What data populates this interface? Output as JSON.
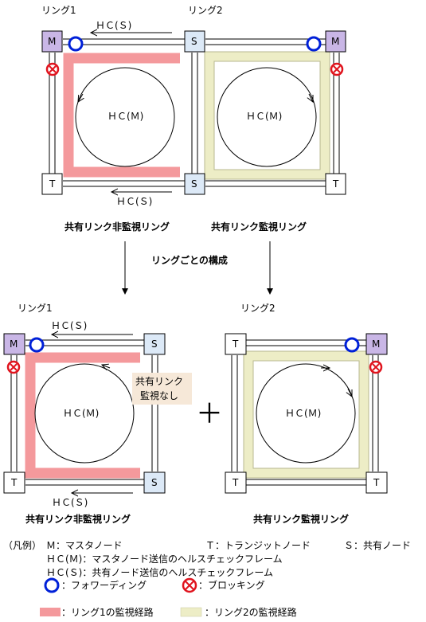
{
  "top": {
    "ring1_title": "リング1",
    "ring2_title": "リング2",
    "hc_s_top": "ＨＣ(Ｓ)",
    "hc_s_bottom": "ＨＣ(Ｓ)",
    "hc_m_ring1": "ＨＣ(Ｍ)",
    "hc_m_ring2": "ＨＣ(Ｍ)",
    "ring1_caption": "共有リンク非監視リング",
    "ring2_caption": "共有リンク監視リング",
    "node_m1": "M",
    "node_s_top": "S",
    "node_m2": "M",
    "node_t1": "T",
    "node_s_bottom": "S",
    "node_t2": "T"
  },
  "middle": {
    "split_caption": "リングごとの構成"
  },
  "bottom_left": {
    "ring_title": "リング1",
    "hc_s_top": "ＨＣ(Ｓ)",
    "hc_s_bottom": "ＨＣ(Ｓ)",
    "hc_m": "ＨＣ(Ｍ)",
    "no_monitor_line1": "共有リンク",
    "no_monitor_line2": "監視なし",
    "caption": "共有リンク非監視リング",
    "node_m": "M",
    "node_s_top": "S",
    "node_t": "T",
    "node_s_bottom": "S"
  },
  "plus": "＋",
  "bottom_right": {
    "ring_title": "リング2",
    "hc_m": "ＨＣ(Ｍ)",
    "caption": "共有リンク監視リング",
    "node_t_top": "T",
    "node_m": "M",
    "node_t_bl": "T",
    "node_t_br": "T"
  },
  "legend": {
    "line1_prefix": "（凡例）",
    "m_def": "Ｍ：マスタノード",
    "t_def": "Ｔ：トランジットノード",
    "s_def": "Ｓ：共有ノード",
    "hcm_def": "ＨＣ(Ｍ)：マスタノード送信のヘルスチェックフレーム",
    "hcs_def": "ＨＣ(Ｓ)：共有ノード送信のヘルスチェックフレーム",
    "forwarding": "：フォワーディング",
    "blocking": "：ブロッキング",
    "ring1_path": "：リング1の監視経路",
    "ring2_path": "：リング2の監視経路"
  },
  "colors": {
    "ring1_path": "#f4999c",
    "ring2_path": "#ededc6",
    "master_fill": "#c9b6e6",
    "shared_fill": "#dce9f7",
    "forwarding": "#0020d8",
    "blocking": "#e0141e",
    "note_bg": "#f6e8d8"
  }
}
